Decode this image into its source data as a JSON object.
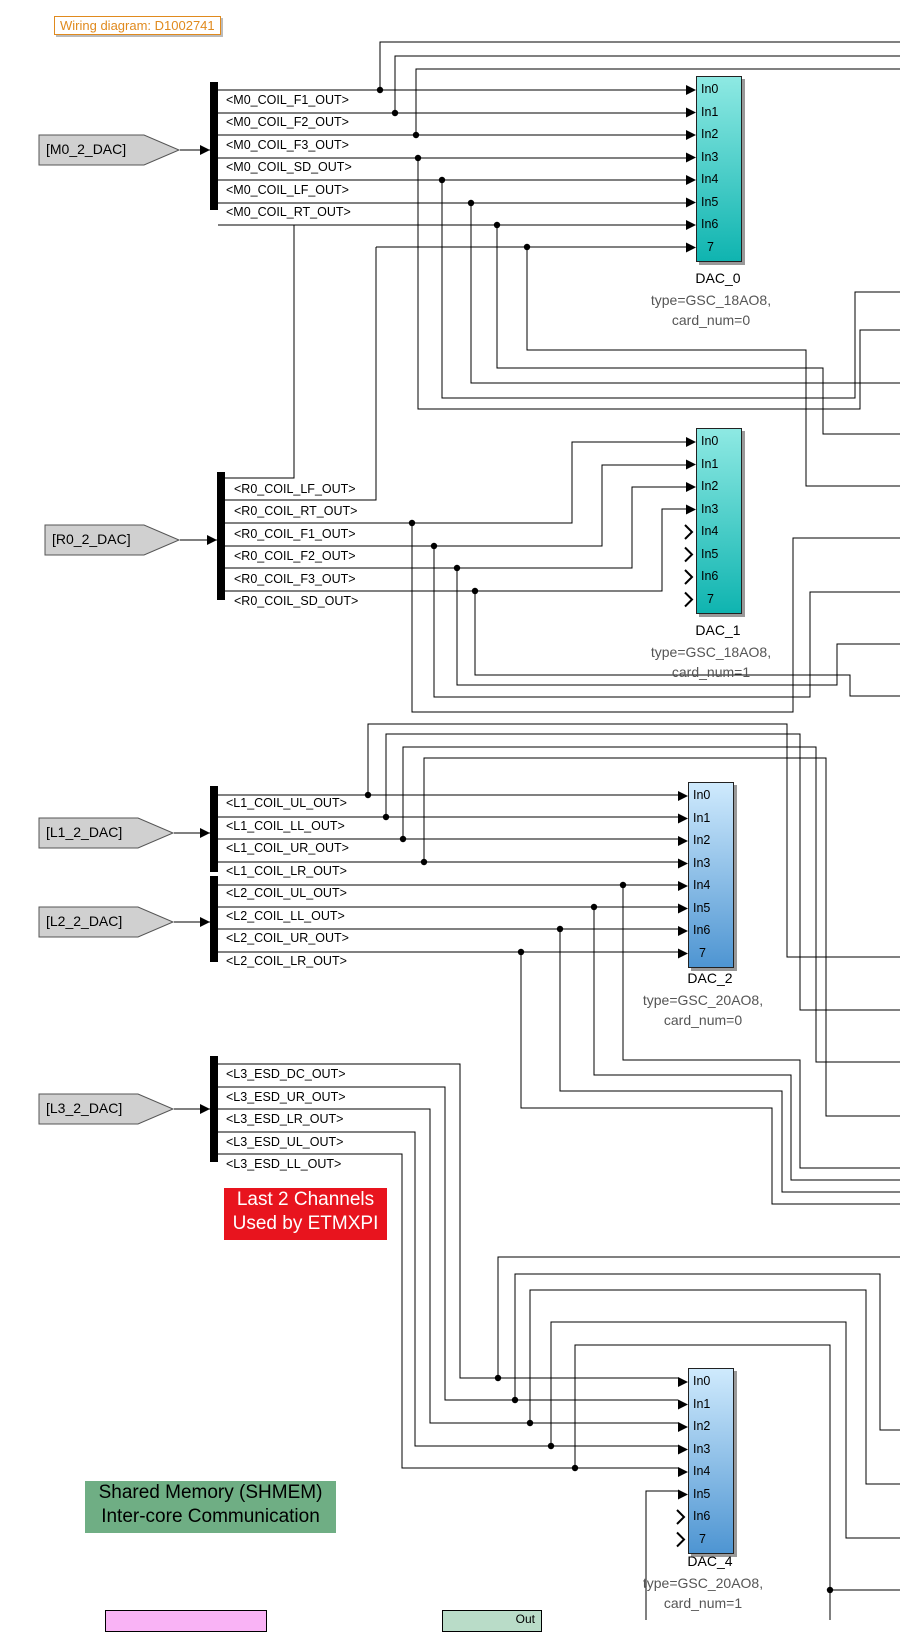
{
  "title": "Wiring diagram: D1002741",
  "goto_tags": {
    "m0": "[M0_2_DAC]",
    "r0": "[R0_2_DAC]",
    "l1": "[L1_2_DAC]",
    "l2": "[L2_2_DAC]",
    "l3": "[L3_2_DAC]"
  },
  "signals": {
    "m0": [
      "<M0_COIL_F1_OUT>",
      "<M0_COIL_F2_OUT>",
      "<M0_COIL_F3_OUT>",
      "<M0_COIL_SD_OUT>",
      "<M0_COIL_LF_OUT>",
      "<M0_COIL_RT_OUT>"
    ],
    "r0": [
      "<R0_COIL_LF_OUT>",
      "<R0_COIL_RT_OUT>",
      "<R0_COIL_F1_OUT>",
      "<R0_COIL_F2_OUT>",
      "<R0_COIL_F3_OUT>",
      "<R0_COIL_SD_OUT>"
    ],
    "l1": [
      "<L1_COIL_UL_OUT>",
      "<L1_COIL_LL_OUT>",
      "<L1_COIL_UR_OUT>",
      "<L1_COIL_LR_OUT>"
    ],
    "l2": [
      "<L2_COIL_UL_OUT>",
      "<L2_COIL_LL_OUT>",
      "<L2_COIL_UR_OUT>",
      "<L2_COIL_LR_OUT>"
    ],
    "l3": [
      "<L3_ESD_DC_OUT>",
      "<L3_ESD_UR_OUT>",
      "<L3_ESD_LR_OUT>",
      "<L3_ESD_UL_OUT>",
      "<L3_ESD_LL_OUT>"
    ]
  },
  "ports": [
    "In0",
    "In1",
    "In2",
    "In3",
    "In4",
    "In5",
    "In6",
    "7"
  ],
  "dacs": {
    "dac0": {
      "name": "DAC_0",
      "type": "type=GSC_18AO8,",
      "card": "card_num=0",
      "color_top": "#8ee9e3",
      "color_bottom": "#0fb4b0"
    },
    "dac1": {
      "name": "DAC_1",
      "type": "type=GSC_18AO8,",
      "card": "card_num=1",
      "color_top": "#8ee9e3",
      "color_bottom": "#0fb4b0"
    },
    "dac2": {
      "name": "DAC_2",
      "type": "type=GSC_20AO8,",
      "card": "card_num=0",
      "color_top": "#cfeafd",
      "color_bottom": "#4e95d2"
    },
    "dac4": {
      "name": "DAC_4",
      "type": "type=GSC_20AO8,",
      "card": "card_num=1",
      "color_top": "#cfeafd",
      "color_bottom": "#4e95d2"
    }
  },
  "notes": {
    "red_line1": "Last 2 Channels",
    "red_line2": "Used by ETMXPI",
    "green_line1": "Shared Memory (SHMEM)",
    "green_line2": "Inter-core Communication"
  },
  "out_label": "Out",
  "colors": {
    "title": "#e08a1e",
    "red_note": "#e8141e",
    "green_note": "#6fae84",
    "goto_fill": "#d0d0d0",
    "pink_block": "#f9b3f5"
  }
}
